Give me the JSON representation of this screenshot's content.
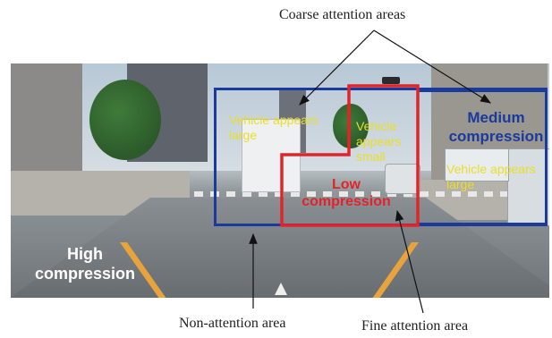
{
  "labels": {
    "coarse_attention": "Coarse attention areas",
    "non_attention": "Non-attention area",
    "fine_attention": "Fine attention area",
    "vehicle_large_left": "Vehicle appears large",
    "vehicle_small": "Vehicle appears small",
    "vehicle_large_right": "Vehicle appears large",
    "medium_compression": "Medium compression",
    "low_compression": "Low compression",
    "high_compression": "High compression"
  },
  "colors": {
    "coarse_box": "#1a3a9c",
    "fine_box": "#e0242a",
    "vehicle_text": "#e8de2a",
    "high_compression_text": "#ffffff"
  }
}
